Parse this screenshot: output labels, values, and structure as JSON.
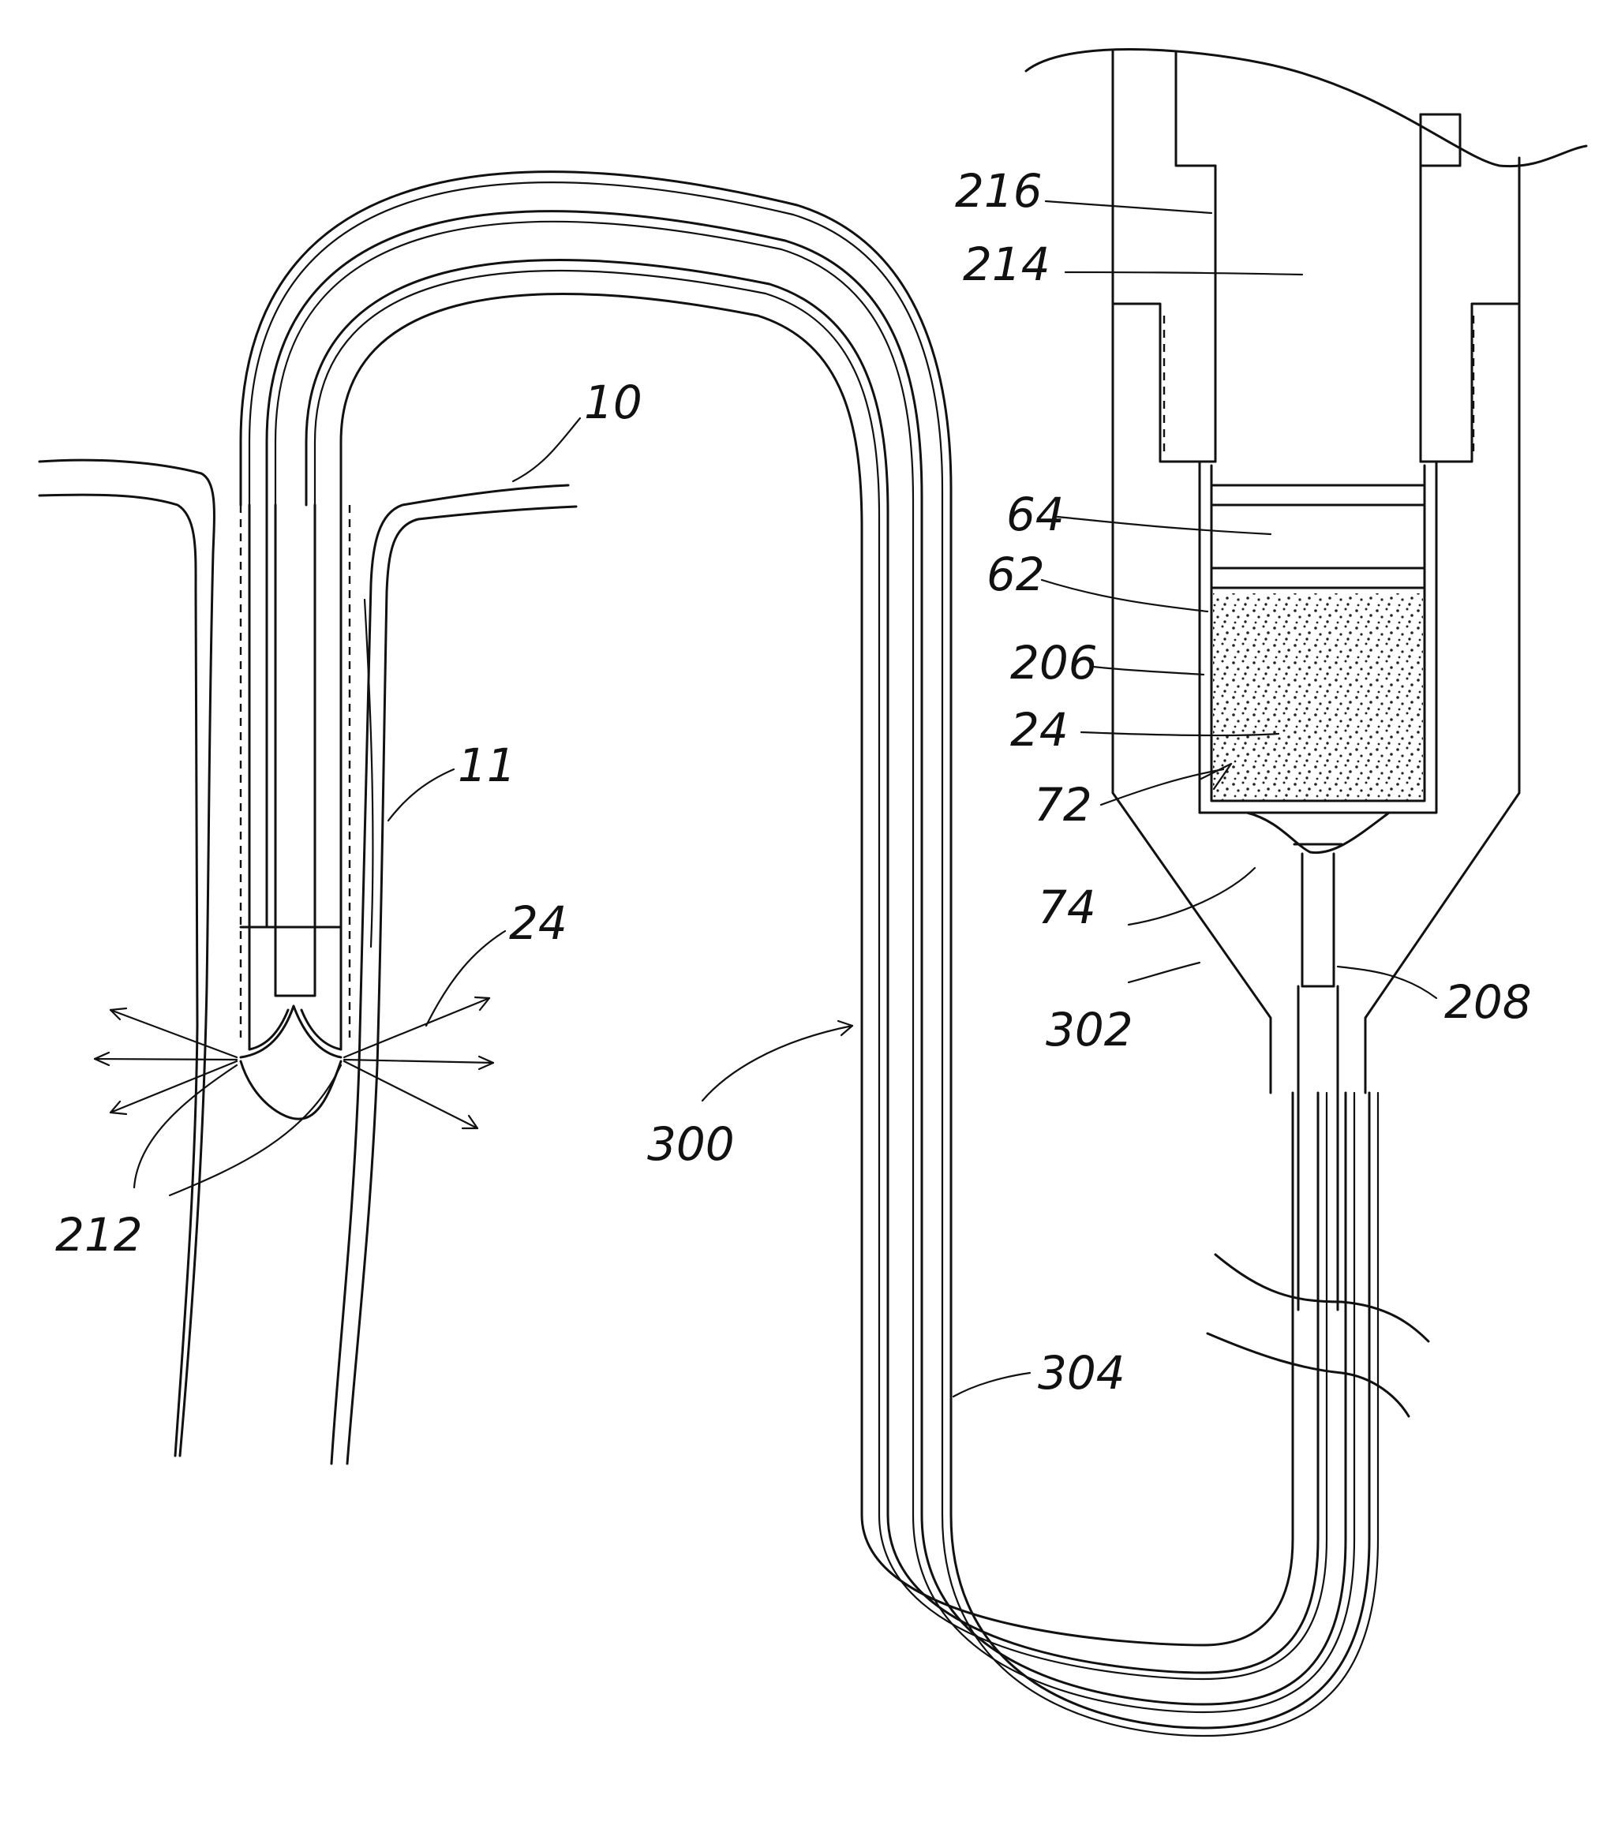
{
  "figure": {
    "labels": {
      "ref_216": "216",
      "ref_214": "214",
      "ref_10": "10",
      "ref_64": "64",
      "ref_62": "62",
      "ref_206": "206",
      "ref_24_right": "24",
      "ref_72": "72",
      "ref_11": "11",
      "ref_24_left": "24",
      "ref_74": "74",
      "ref_208": "208",
      "ref_302": "302",
      "ref_300": "300",
      "ref_212": "212",
      "ref_304": "304"
    },
    "line_color": "#111111",
    "background": "#ffffff"
  }
}
